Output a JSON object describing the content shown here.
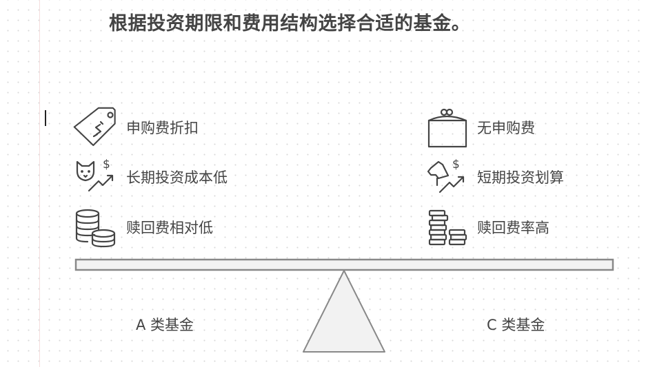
{
  "title": "根据投资期限和费用结构选择合适的基金。",
  "left_side": {
    "fund_label": "A 类基金",
    "items": [
      {
        "icon": "price-tag-dollar-icon",
        "label": "申购费折扣"
      },
      {
        "icon": "cat-dollar-growth-icon",
        "label": "长期投资成本低"
      },
      {
        "icon": "coin-stacks-icon",
        "label": "赎回费相对低"
      }
    ]
  },
  "right_side": {
    "fund_label": "C 类基金",
    "items": [
      {
        "icon": "purse-icon",
        "label": "无申购费"
      },
      {
        "icon": "dog-dollar-growth-icon",
        "label": "短期投资划算"
      },
      {
        "icon": "tall-coin-stacks-icon",
        "label": "赎回费率高"
      }
    ]
  },
  "colors": {
    "text": "#444444",
    "beam_fill": "#f2f2f2",
    "beam_stroke": "#888888",
    "icon_stroke": "#444444"
  }
}
